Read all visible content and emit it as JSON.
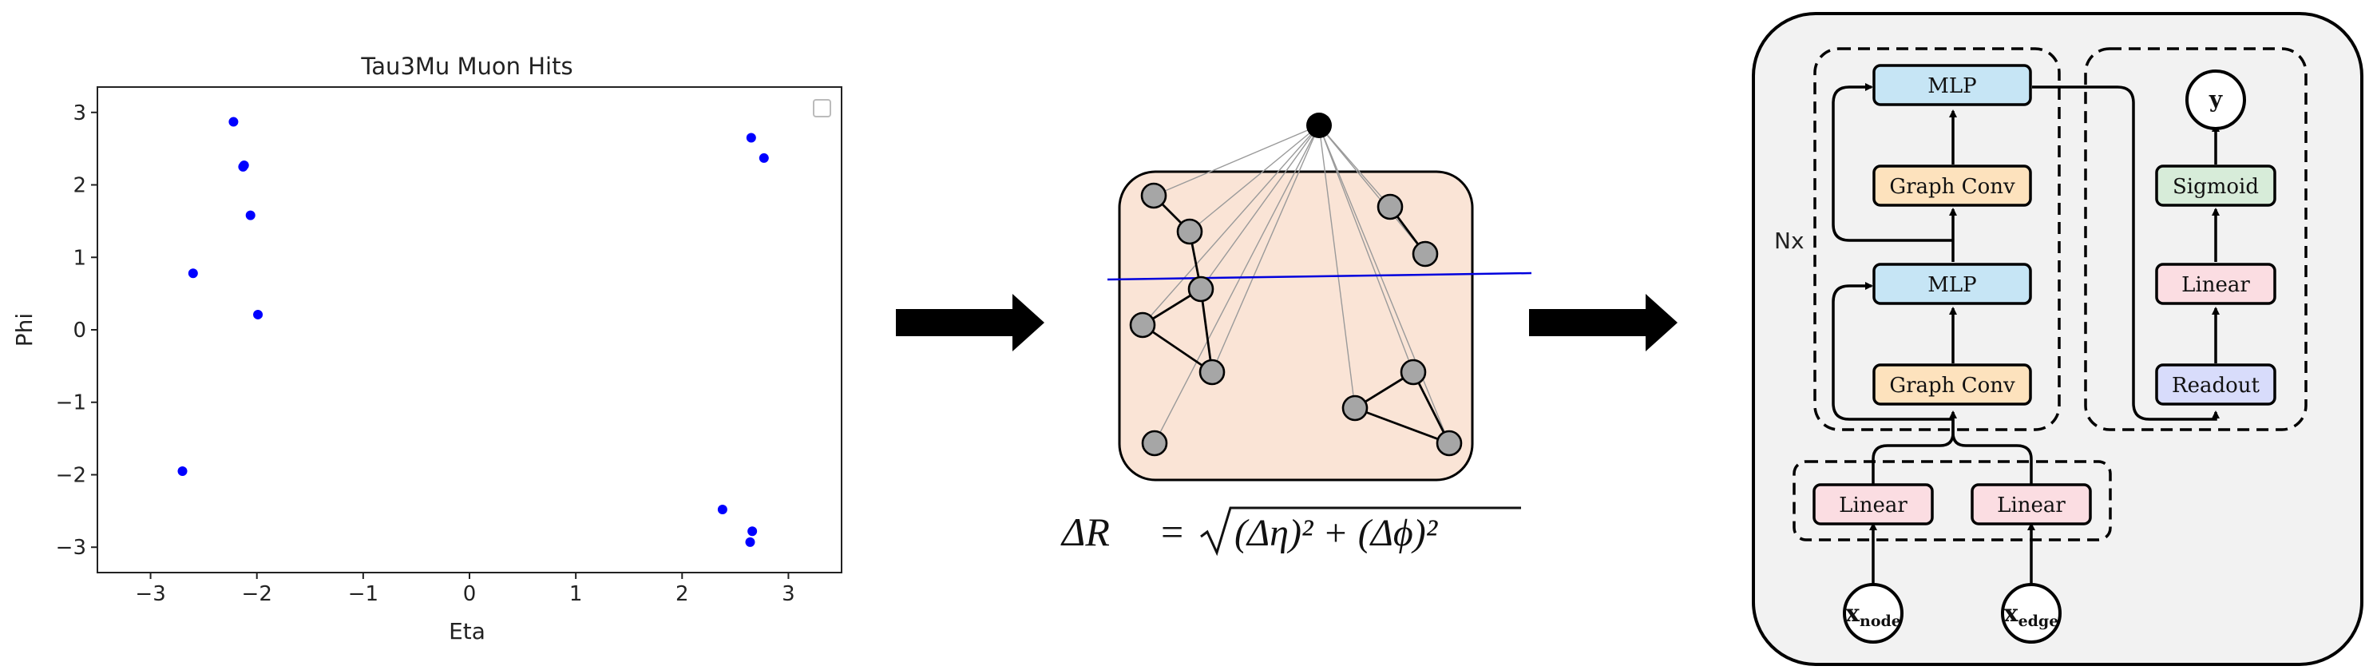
{
  "colors": {
    "point": "#0000ff",
    "graph_box_fill": "#fae4d6",
    "node_fill": "#a6a6a6",
    "cut_line": "#0000dd",
    "panel_bg": "#f2f2f2",
    "mlp": "#c6e5f5",
    "graphconv": "#fde2bd",
    "linear": "#fbdde2",
    "sigmoid": "#d7ecd9",
    "readout": "#d8dcfb"
  },
  "chart_data": {
    "type": "scatter",
    "title": "Tau3Mu Muon Hits",
    "xlabel": "Eta",
    "ylabel": "Phi",
    "xlim": [
      -3.5,
      3.5
    ],
    "ylim": [
      -3.35,
      3.35
    ],
    "xticks": [
      -3,
      -2,
      -1,
      0,
      1,
      2,
      3
    ],
    "yticks": [
      -3,
      -2,
      -1,
      0,
      1,
      2,
      3
    ],
    "xtick_labels": [
      "−3",
      "−2",
      "−1",
      "0",
      "1",
      "2",
      "3"
    ],
    "ytick_labels": [
      "−3",
      "−2",
      "−1",
      "0",
      "1",
      "2",
      "3"
    ],
    "legend": "top-right (empty)",
    "grid": false,
    "points": [
      {
        "x": -2.22,
        "y": 2.87
      },
      {
        "x": -2.13,
        "y": 2.25
      },
      {
        "x": -2.12,
        "y": 2.27
      },
      {
        "x": -2.06,
        "y": 1.58
      },
      {
        "x": -2.6,
        "y": 0.78
      },
      {
        "x": -1.99,
        "y": 0.21
      },
      {
        "x": -2.7,
        "y": -1.95
      },
      {
        "x": 2.65,
        "y": 2.65
      },
      {
        "x": 2.77,
        "y": 2.37
      },
      {
        "x": 2.38,
        "y": -2.48
      },
      {
        "x": 2.66,
        "y": -2.78
      },
      {
        "x": 2.64,
        "y": -2.93
      }
    ]
  },
  "formula": {
    "lhs": "ΔR",
    "eq": "=",
    "radicand": "(Δη)² + (Δϕ)²"
  },
  "architecture": {
    "repeat_label": "Nx",
    "blocks": {
      "mlp_top": "MLP",
      "graphconv_top": "Graph Conv",
      "mlp_bottom": "MLP",
      "graphconv_bottom": "Graph Conv",
      "linear_node": "Linear",
      "linear_edge": "Linear",
      "readout": "Readout",
      "linear_head": "Linear",
      "sigmoid": "Sigmoid"
    },
    "output_label": "y",
    "input_node": {
      "base": "x",
      "sub": "node"
    },
    "input_edge": {
      "base": "x",
      "sub": "edge"
    }
  }
}
